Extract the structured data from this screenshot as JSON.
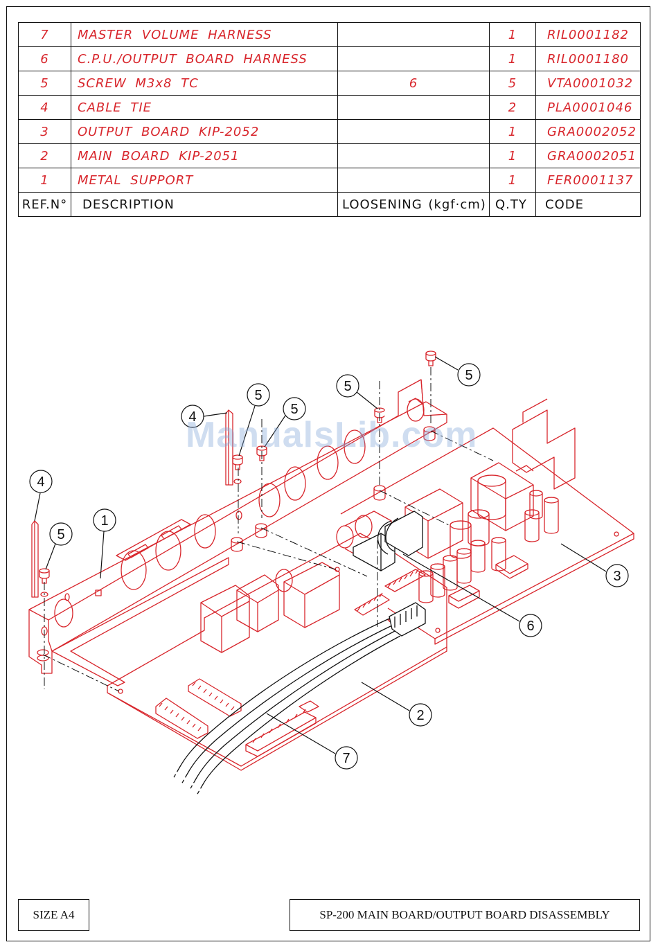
{
  "parts_table": {
    "header": {
      "ref": "REF.N°",
      "description": "DESCRIPTION",
      "loosening": "LOOSENING (kgf·cm)",
      "qty": "Q.TY",
      "code": "CODE"
    },
    "rows": [
      {
        "ref": "7",
        "description": "MASTER VOLUME HARNESS",
        "loosening": "",
        "qty": "1",
        "code": "RIL0001182"
      },
      {
        "ref": "6",
        "description": "C.P.U./OUTPUT BOARD HARNESS",
        "loosening": "",
        "qty": "1",
        "code": "RIL0001180"
      },
      {
        "ref": "5",
        "description": "SCREW M3x8 TC",
        "loosening": "6",
        "qty": "5",
        "code": "VTA0001032"
      },
      {
        "ref": "4",
        "description": "CABLE TIE",
        "loosening": "",
        "qty": "2",
        "code": "PLA0001046"
      },
      {
        "ref": "3",
        "description": "OUTPUT BOARD KIP-2052",
        "loosening": "",
        "qty": "1",
        "code": "GRA0002052"
      },
      {
        "ref": "2",
        "description": "MAIN BOARD KIP-2051",
        "loosening": "",
        "qty": "1",
        "code": "GRA0002051"
      },
      {
        "ref": "1",
        "description": "METAL SUPPORT",
        "loosening": "",
        "qty": "1",
        "code": "FER0001137"
      }
    ]
  },
  "callouts": [
    "4",
    "5",
    "1",
    "4",
    "5",
    "5",
    "5",
    "5",
    "3",
    "6",
    "2",
    "7"
  ],
  "watermark": "ManualsLib.com",
  "footer": {
    "size": "SIZE A4",
    "title": "SP-200 MAIN BOARD/OUTPUT BOARD DISASSEMBLY"
  },
  "colors": {
    "drawing_red": "#d8262c",
    "ink": "#111111",
    "watermark": "#82a5d7"
  }
}
